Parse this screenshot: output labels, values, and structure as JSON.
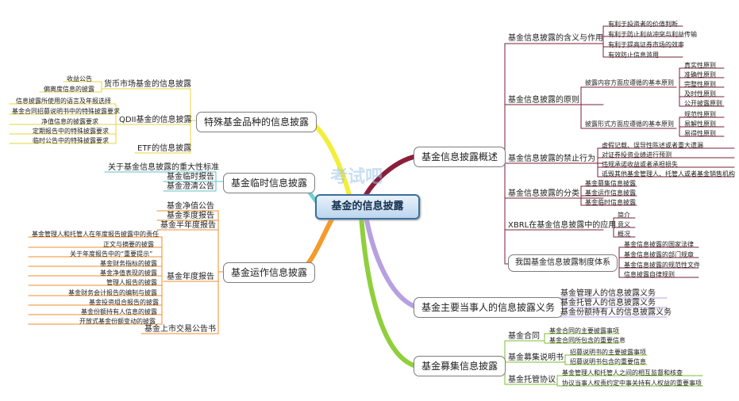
{
  "central": "基金的信息披露",
  "watermark": "考试吧",
  "overview": {
    "title": "基金信息披露概述",
    "role": {
      "label": "基金信息披露的含义与作用",
      "items": [
        "有利于投资者的价值判断",
        "有利于防止利益冲突与利益传输",
        "有利于提高证券市场的效率",
        "有效防止信息滥用"
      ]
    },
    "principles": {
      "label": "基金信息披露的原则",
      "content": {
        "label": "披露内容方面应遵循的基本原则",
        "items": [
          "真实性原则",
          "准确性原则",
          "完整性原则",
          "及时性原则",
          "公开披露原则"
        ]
      },
      "form": {
        "label": "披露形式方面应遵循的基本原则",
        "items": [
          "规范性原则",
          "易解性原则",
          "易得性原则"
        ]
      }
    },
    "prohibited": {
      "label": "基金信息披露的禁止行为",
      "items": [
        "虚假记载、误导性陈述或者重大遗漏",
        "对证券投资业绩进行预测",
        "违规承诺收益或者承担损失",
        "诋毁其他基金管理人、托管人或者基金销售机构"
      ]
    },
    "categories": {
      "label": "基金信息披露的分类",
      "items": [
        "基金募集信息披露",
        "基金运作信息披露",
        "基金临时信息披露"
      ]
    },
    "xbrl": {
      "label": "XBRL在基金信息披露中的应用",
      "items": [
        "简介",
        "意义",
        "概况"
      ]
    },
    "system": {
      "label": "我国基金信息披露制度体系",
      "items": [
        "基金信息披露的国家法律",
        "基金信息披露的部门规章",
        "基金信息披露的规范性文件",
        "信息披露自律规则"
      ]
    }
  },
  "parties": {
    "title": "基金主要当事人的信息披露义务",
    "items": [
      "基金管理人的信息披露义务",
      "基金托管人的信息披露义务",
      "基金份额持有人的信息披露义务"
    ]
  },
  "raising": {
    "title": "基金募集信息披露",
    "contract": {
      "label": "基金合同",
      "items": [
        "基金合同的主要披露事项",
        "基金合同所包含的重要信息"
      ]
    },
    "prospectus": {
      "label": "基金募集说明书",
      "items": [
        "招募说明书的主要披露事项",
        "招募说明书包含的重要信息"
      ]
    },
    "custody": {
      "label": "基金托管协议",
      "items": [
        "基金管理人和托管人之间的相互监督和核查",
        "协议当事人权责约定中事关持有人权益的重要事项"
      ]
    }
  },
  "special": {
    "title": "特殊基金品种的信息披露",
    "money": {
      "label": "货币市场基金的信息披露",
      "items": [
        "收益公告",
        "偏离度信息的披露"
      ]
    },
    "qdii": {
      "label": "QDII基金的信息披露",
      "items": [
        "信息披露所使用的语言及年报选择",
        "基金合同招募说明书中的特殊披露要求",
        "净值信息的披露要求",
        "定期报告中的特殊披露要求",
        "临时公告中的特殊披露要求"
      ]
    },
    "etf": {
      "label": "ETF的信息披露"
    }
  },
  "temporary": {
    "title": "基金临时信息披露",
    "items": [
      "关于基金信息披露的重大性标准",
      "基金临时报告",
      "基金澄清公告"
    ]
  },
  "operation": {
    "title": "基金运作信息披露",
    "top": [
      "基金净值公告",
      "基金季度报告",
      "基金半年度报告"
    ],
    "annual": {
      "label": "基金年度报告",
      "items": [
        "基金管理人和托管人在年度报告披露中的责任",
        "正文与摘要的披露",
        "关于年度报告中的“重要提示”",
        "基金财务指标的披露",
        "基金净值表现的披露",
        "管理人报告的披露",
        "基金财务会计报告的编制与披露",
        "基金投资组合报告的披露",
        "基金份额持有人信息的披露",
        "开放式基金份额变动的披露"
      ]
    },
    "listing": "基金上市交易公告书"
  },
  "colors": {
    "overview": "#8a1f3c",
    "parties": "#b7a0e0",
    "raising": "#8fcf3c",
    "special": "#f3ee3a",
    "temporary": "#6fd0d4",
    "operation": "#f59a2c",
    "central": "#3c6f9c",
    "right_line": "#7a1f34",
    "raise_line": "#7cbd2c",
    "special_line": "#e7d63a",
    "temp_line": "#5fbfc4",
    "op_line": "#ef8e2a"
  }
}
